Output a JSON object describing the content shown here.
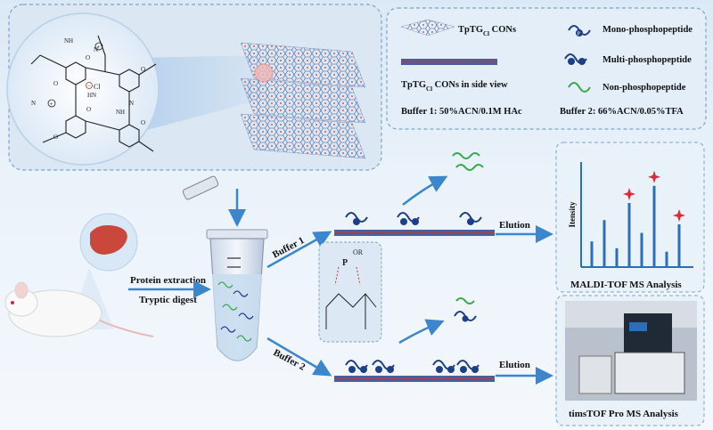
{
  "structure": {
    "counter_ion": "Cl"
  },
  "legend": {
    "tptg_cons": "TpTG",
    "tptg_sub": "Cl",
    "tptg_suffix": " CONs",
    "side_view_prefix": "TpTG",
    "side_view_sub": "Cl",
    "side_view_suffix": " CONs in side view",
    "mono": "Mono-phosphopeptide",
    "multi": "Multi-phosphopeptide",
    "non": "Non-phosphopeptide",
    "buffer1": "Buffer 1: 50%ACN/0.1M HAc",
    "buffer2": "Buffer 2: 66%ACN/0.05%TFA"
  },
  "workflow": {
    "step1": "Protein extraction",
    "step2": "Tryptic digest",
    "buffer1_arrow": "Buffer 1",
    "buffer2_arrow": "Buffer 2",
    "elution_top": "Elution",
    "elution_bottom": "Elution",
    "interaction_p": "P",
    "interaction_or": "OR",
    "phospho_marker": "P"
  },
  "outputs": {
    "maldi_caption": "MALDI-TOF MS Analysis",
    "timstof_caption": "timsTOF Pro MS Analysis",
    "y_axis_label": "Itensity"
  },
  "colors": {
    "accent_blue": "#2a6fb8",
    "arrow_blue": "#3b86cc",
    "peptide_green": "#35a84a",
    "star_red": "#e0283a",
    "liver": "#c9473b"
  },
  "chart_data": {
    "type": "bar",
    "ylabel": "Itensity",
    "values": [
      0.3,
      0.55,
      0.22,
      0.75,
      0.4,
      0.95,
      0.18,
      0.5
    ],
    "starred": [
      3,
      5,
      7
    ]
  }
}
